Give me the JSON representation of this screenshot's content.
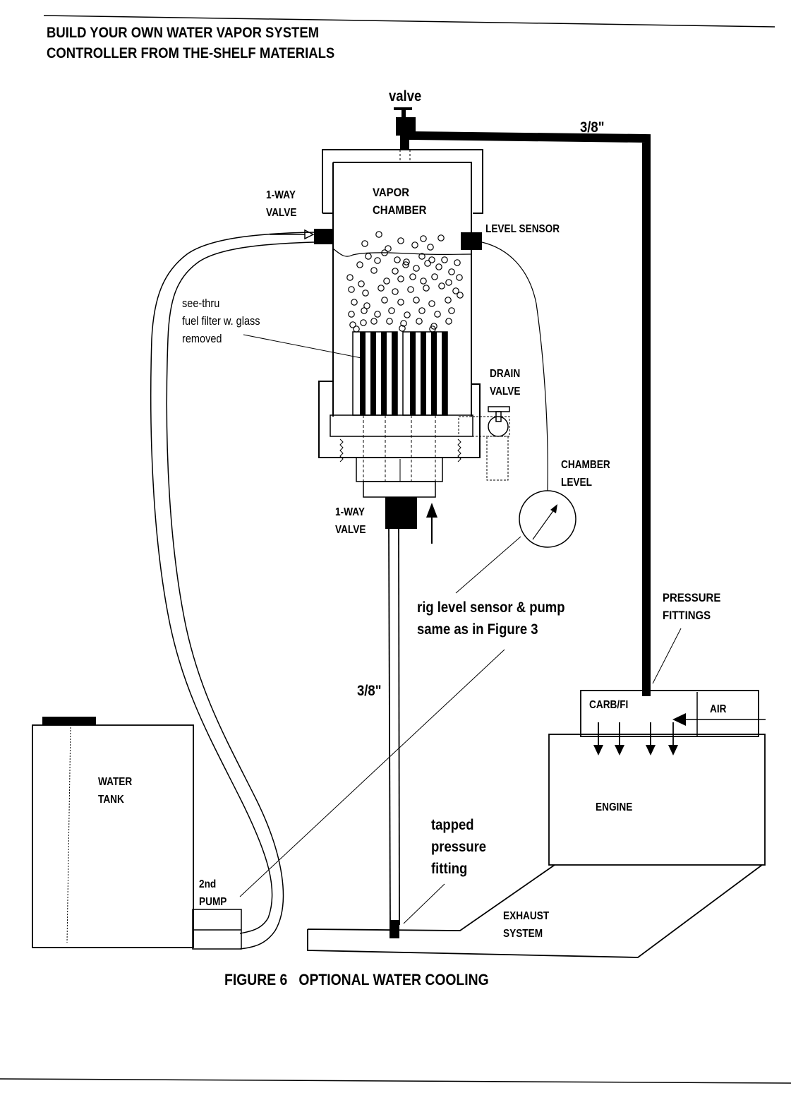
{
  "header": {
    "line1": "BUILD YOUR OWN WATER VAPOR SYSTEM",
    "line2": "CONTROLLER FROM THE-SHELF MATERIALS"
  },
  "labels": {
    "top_valve": "valve",
    "hose_size_top": "3/8\"",
    "vapor_chamber_1": "VAPOR",
    "vapor_chamber_2": "CHAMBER",
    "inlet_valve_1": "1-WAY",
    "inlet_valve_2": "VALVE",
    "level_sensor": "LEVEL SENSOR",
    "filter_note_1": "see-thru",
    "filter_note_2": "fuel filter w. glass",
    "filter_note_3": "removed",
    "drain_valve_1": "DRAIN",
    "drain_valve_2": "VALVE",
    "chamber_level_1": "CHAMBER",
    "chamber_level_2": "LEVEL",
    "bottom_valve_1": "1-WAY",
    "bottom_valve_2": "VALVE",
    "rig_note_1": "rig level sensor & pump",
    "rig_note_2": "same as in Figure 3",
    "pressure_fittings_1": "PRESSURE",
    "pressure_fittings_2": "FITTINGS",
    "hose_size_side": "3/8\"",
    "carb": "CARB/FI",
    "air": "AIR",
    "engine": "ENGINE",
    "water_tank_1": "WATER",
    "water_tank_2": "TANK",
    "pump_1": "2nd",
    "pump_2": "PUMP",
    "tapped_1": "tapped",
    "tapped_2": "pressure",
    "tapped_3": "fitting",
    "exhaust_1": "EXHAUST",
    "exhaust_2": "SYSTEM"
  },
  "caption": {
    "figure": "FIGURE 6",
    "title": "OPTIONAL WATER COOLING"
  }
}
